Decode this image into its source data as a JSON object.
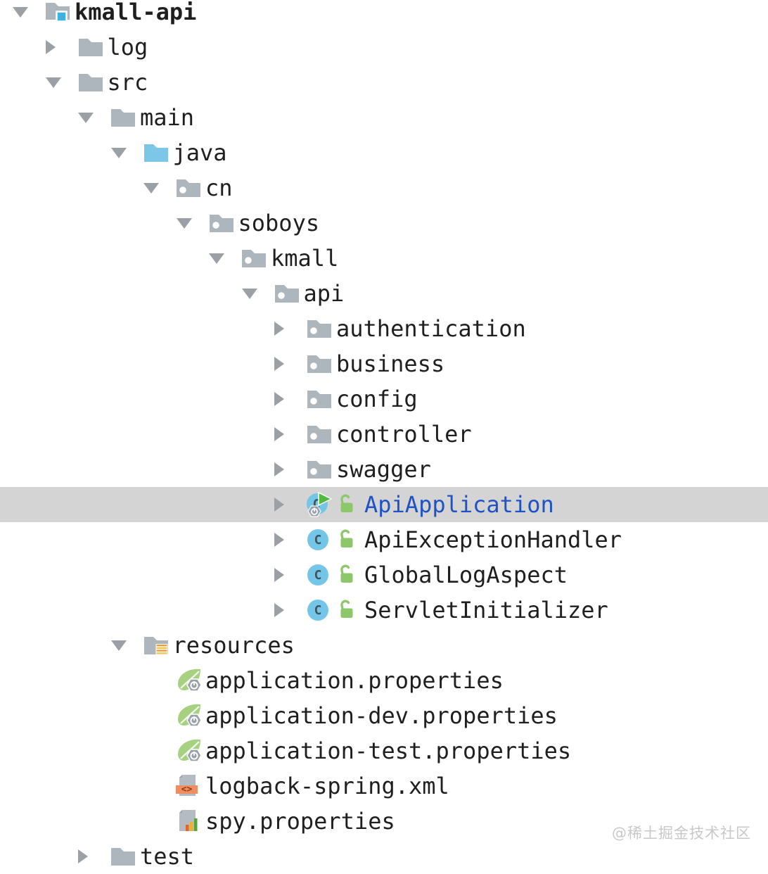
{
  "tree": {
    "rows": [
      {
        "label": "kmall-api",
        "level": 0,
        "chevron": "expanded",
        "icon": "project-root",
        "bold": true,
        "lock": false,
        "selected": false
      },
      {
        "label": "log",
        "level": 1,
        "chevron": "collapsed",
        "icon": "folder",
        "bold": false,
        "lock": false,
        "selected": false
      },
      {
        "label": "src",
        "level": 1,
        "chevron": "expanded",
        "icon": "folder",
        "bold": false,
        "lock": false,
        "selected": false
      },
      {
        "label": "main",
        "level": 2,
        "chevron": "expanded",
        "icon": "folder",
        "bold": false,
        "lock": false,
        "selected": false
      },
      {
        "label": "java",
        "level": 3,
        "chevron": "expanded",
        "icon": "source-folder",
        "bold": false,
        "lock": false,
        "selected": false
      },
      {
        "label": "cn",
        "level": 4,
        "chevron": "expanded",
        "icon": "package",
        "bold": false,
        "lock": false,
        "selected": false
      },
      {
        "label": "soboys",
        "level": 5,
        "chevron": "expanded",
        "icon": "package",
        "bold": false,
        "lock": false,
        "selected": false
      },
      {
        "label": "kmall",
        "level": 6,
        "chevron": "expanded",
        "icon": "package",
        "bold": false,
        "lock": false,
        "selected": false
      },
      {
        "label": "api",
        "level": 7,
        "chevron": "expanded",
        "icon": "package",
        "bold": false,
        "lock": false,
        "selected": false
      },
      {
        "label": "authentication",
        "level": 8,
        "chevron": "collapsed",
        "icon": "package",
        "bold": false,
        "lock": false,
        "selected": false
      },
      {
        "label": "business",
        "level": 8,
        "chevron": "collapsed",
        "icon": "package",
        "bold": false,
        "lock": false,
        "selected": false
      },
      {
        "label": "config",
        "level": 8,
        "chevron": "collapsed",
        "icon": "package",
        "bold": false,
        "lock": false,
        "selected": false
      },
      {
        "label": "controller",
        "level": 8,
        "chevron": "collapsed",
        "icon": "package",
        "bold": false,
        "lock": false,
        "selected": false
      },
      {
        "label": "swagger",
        "level": 8,
        "chevron": "collapsed",
        "icon": "package",
        "bold": false,
        "lock": false,
        "selected": false
      },
      {
        "label": "ApiApplication",
        "level": 8,
        "chevron": "collapsed",
        "icon": "boot-class",
        "bold": false,
        "lock": true,
        "selected": true
      },
      {
        "label": "ApiExceptionHandler",
        "level": 8,
        "chevron": "collapsed",
        "icon": "class",
        "bold": false,
        "lock": true,
        "selected": false
      },
      {
        "label": "GlobalLogAspect",
        "level": 8,
        "chevron": "collapsed",
        "icon": "class",
        "bold": false,
        "lock": true,
        "selected": false
      },
      {
        "label": "ServletInitializer",
        "level": 8,
        "chevron": "collapsed",
        "icon": "class",
        "bold": false,
        "lock": true,
        "selected": false
      },
      {
        "label": "resources",
        "level": 3,
        "chevron": "expanded",
        "icon": "resources-folder",
        "bold": false,
        "lock": false,
        "selected": false
      },
      {
        "label": "application.properties",
        "level": 4,
        "chevron": "none",
        "icon": "spring-config",
        "bold": false,
        "lock": false,
        "selected": false
      },
      {
        "label": "application-dev.properties",
        "level": 4,
        "chevron": "none",
        "icon": "spring-config",
        "bold": false,
        "lock": false,
        "selected": false
      },
      {
        "label": "application-test.properties",
        "level": 4,
        "chevron": "none",
        "icon": "spring-config",
        "bold": false,
        "lock": false,
        "selected": false
      },
      {
        "label": "logback-spring.xml",
        "level": 4,
        "chevron": "none",
        "icon": "xml-file",
        "bold": false,
        "lock": false,
        "selected": false
      },
      {
        "label": "spy.properties",
        "level": 4,
        "chevron": "none",
        "icon": "properties-file",
        "bold": false,
        "lock": false,
        "selected": false
      },
      {
        "label": "test",
        "level": 2,
        "chevron": "collapsed",
        "icon": "folder",
        "bold": false,
        "lock": false,
        "selected": false
      }
    ]
  },
  "watermark": {
    "text": "@稀土掘金技术社区"
  },
  "colors": {
    "selection-bg": "#d4d4d4",
    "selected-text": "#1e52c6",
    "text": "#1f1f1f",
    "chevron": "#9aa0a6",
    "folder-grey": "#aeb6bd",
    "source-root-blue": "#7cc7e8",
    "project-badge-blue": "#3eb1e0",
    "class-blue": "#74c6e9",
    "run-green": "#53b83e",
    "lock-green": "#8cc86a",
    "spring-leaf-green": "#a6d181",
    "resources-amber": "#e3a23a",
    "xml-orange": "#ef8e62",
    "watermark-grey": "#c8c8c8"
  }
}
